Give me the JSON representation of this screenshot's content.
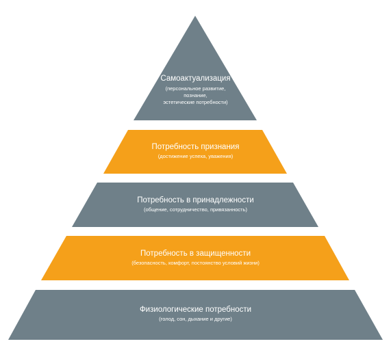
{
  "pyramid": {
    "colors": {
      "slate": "#6f8089",
      "orange": "#f5a01a",
      "text": "#ffffff",
      "background": "#ffffff"
    },
    "levels": [
      {
        "title": "Самоактуализация",
        "subtitle_lines": [
          "(персональное развитие,",
          "познание,",
          "эстетические потребности)"
        ],
        "color": "#6f8089"
      },
      {
        "title": "Потребность признания",
        "subtitle_lines": [
          "(достижение успеха, уважения)"
        ],
        "color": "#f5a01a"
      },
      {
        "title": "Потребность в принадлежности",
        "subtitle_lines": [
          "(общение, сотрудничество, привязанность)"
        ],
        "color": "#6f8089"
      },
      {
        "title": "Потребность в защищенности",
        "subtitle_lines": [
          "(безопасность, комфорт, постоянство условий жизни)"
        ],
        "color": "#f5a01a"
      },
      {
        "title": "Физиологические потребности",
        "subtitle_lines": [
          "(голод, сон, дыхание и другие)"
        ],
        "color": "#6f8089"
      }
    ]
  }
}
